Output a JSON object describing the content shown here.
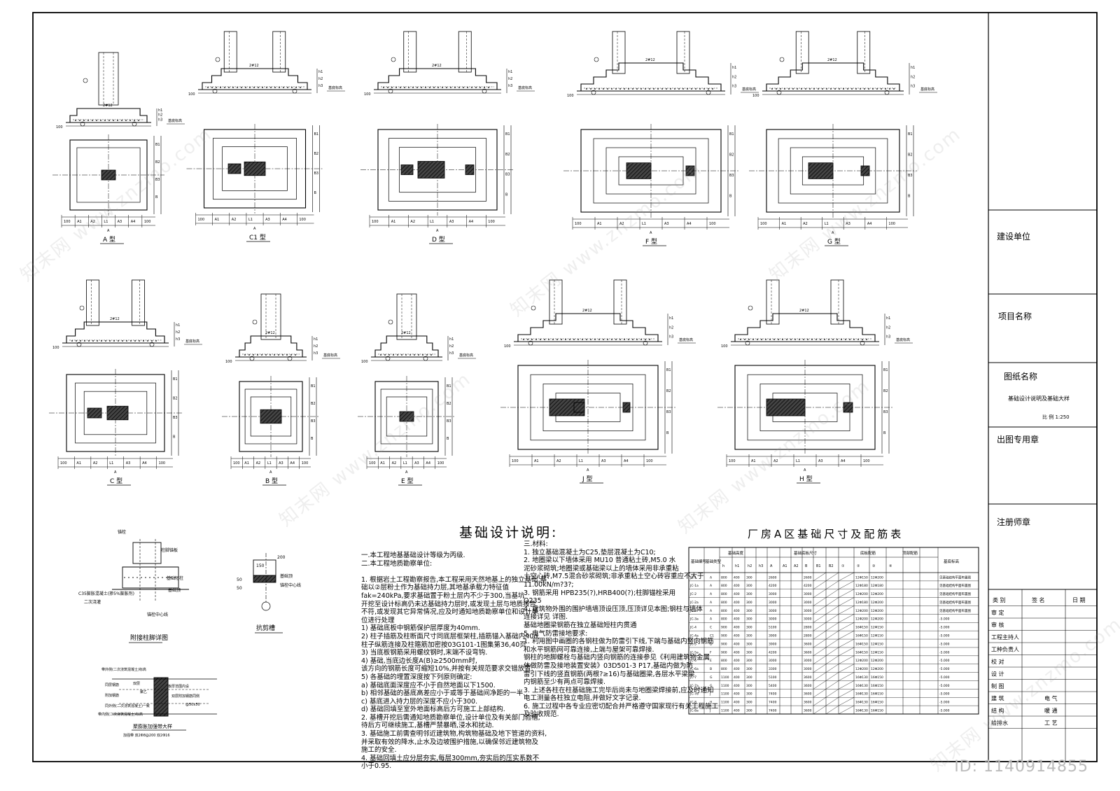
{
  "frame_watermark": "知末网 www.znzmo.com",
  "id_watermark": "ID: 1140914855",
  "details": [
    {
      "type_label": "A 型",
      "name": "detail-a"
    },
    {
      "type_label": "C1 型",
      "name": "detail-c1"
    },
    {
      "type_label": "D 型",
      "name": "detail-d"
    },
    {
      "type_label": "F 型",
      "name": "detail-f"
    },
    {
      "type_label": "G 型",
      "name": "detail-g"
    },
    {
      "type_label": "C 型",
      "name": "detail-c"
    },
    {
      "type_label": "B 型",
      "name": "detail-b"
    },
    {
      "type_label": "E 型",
      "name": "detail-e"
    },
    {
      "type_label": "J 型",
      "name": "detail-j"
    },
    {
      "type_label": "H 型",
      "name": "detail-h"
    }
  ],
  "dim_labels": {
    "base_level": "基底标高",
    "plan_bottom": [
      "100",
      "A1",
      "A2",
      "L1",
      "A3",
      "A4",
      "100"
    ],
    "overall": "A",
    "side": [
      "B1",
      "B2",
      "B3",
      "B"
    ],
    "depth": [
      "h1",
      "h2",
      "h3"
    ],
    "ring": "2#12"
  },
  "small_details": {
    "column_joint_title": "附接柱脚详图",
    "column_joint_labels": [
      "锚栓",
      "柱脚锚板",
      "C35膨胀混凝土(掺5%膨胀剂)",
      "二次浇灌",
      "基础短柱",
      "基础顶",
      "锚栓中心线"
    ],
    "groove_title": "抗剪槽",
    "groove_labels": [
      "200",
      "150",
      "50",
      "50",
      "基础顶",
      "锚栓中心线"
    ],
    "waterstop_title": "聚膨胀加强带大样",
    "waterstop_labels": [
      "带外侧(二次浇筑混凝土)标高",
      "同层钢筋",
      "双层",
      "聚乙",
      "附加钢筋",
      "板厚范围内设",
      "双层附加钢筋同侧",
      "@50x50",
      "同外侧(二次浇筑混凝土)一致",
      "带内侧(二次浇筑混凝土)标高"
    ],
    "waterstop_note": "加强带    双2Φ8@200    双2Φ16"
  },
  "notes": {
    "title": "基础设计说明:",
    "left": [
      "一.本工程地基基础设计等级为丙级.",
      "二.本工程地质勘察单位:",
      "",
      "1. 根据岩土工程勘察报告,本工程采用天然地基上的独立基础,基",
      "   础以②层粉土作为基础持力层,其地基承载力特征值",
      "   fak=240kPa,要求基础置于粉土层内不少于300,当基坑",
      "   开挖至设计标高仍未达基础持力层时,或发现土层与地质报告",
      "   不符,或发现其它异常情况,应及时通知地质勘察单位和设计单",
      "   位进行处理",
      "1) 基础底板中钢筋保护层厚度为40mm.",
      "2) 柱子插筋及柱断面尺寸同底层框架柱,插筋锚入基础内40d,",
      "   柱子纵筋连接及柱箍筋加密按03G101-1图集第36,40页",
      "3) 当底板钢筋采用螺纹钢时,末端不设弯钩.",
      "4) 基础,当底边长度A(B)≥2500mm时,",
      "   该方向的钢筋长度可缩短10%,并按有关规范要求交错放置.",
      "5) 各基础的埋置深度按下列原则确定:",
      "   a) 基础底面深度应不小于自然地面以下1500.",
      "   b) 相邻基础的基底高差应小于或等于基础间净距的一半.",
      "   c) 基底进入持力层的深度不应小于300.",
      "   d) 基础回填至室外地面标高后方可施工上部结构.",
      "2. 基槽开挖后需通知地质勘察单位,设计单位及有关部门验槽,",
      "   待后方可继续施工,基槽严禁暴晒,浸水和扰动.",
      "3. 基础施工前需查明邻近建筑物,构筑物基础及地下管道的资料,",
      "   并采取有效的降水,止水及边坡围护措施,以确保邻近建筑物及",
      "   施工的安全.",
      "4. 基础回填土应分层夯实,每层300mm,夯实后的压实系数不",
      "   小于0.95."
    ],
    "right": [
      "三.材料:",
      "1. 独立基础混凝土为C25,垫层混凝土为C10;",
      "2. 地圈梁以下墙体采用 MU10 普通粘土砖,M5.0 水",
      "   泥砂浆砌筑;地圈梁或基础梁以上的墙体采用非承重粘",
      "   土空心砖,M7.5混合砂浆砌筑;非承重粘土空心砖容重应不大于",
      "   11.00kN/m?3?;",
      "3. 钢筋采用 HPB235(?),HRB400(?);柱脚锚栓采用",
      "   Q235",
      "4. 建筑物外围的围护墙墙顶设压顶,压顶详见本图;钢柱与墙体",
      "   连接详见 详图.",
      "   基础地圈梁钢筋在独立基础短柱内贯通",
      "5. 电气防雷接地要求:",
      "1. 利用图中画圈的各钢柱做为防雷引下线,下端与基础内竖向钢筋",
      "   和水平钢筋网可靠连接,上端与屋架可靠焊接.",
      "   钢柱的地脚螺栓与基础内竖向钢筋的连接参见《利用建筑物金属",
      "   体做防雷及接地装置安装》03D501-3 P17,基础内做为防",
      "   雷引下线的竖直钢筋(两根?≥16)与基础圈梁,各层水平梁梁",
      "   内钢筋至少有两点可靠焊接.",
      "3. 上述各柱在柱基础施工完毕后尚未与地圈梁焊接前,应及时通知",
      "   电工测量各柱独立电阻,并做好文字记录.",
      "6. 施工过程中各专业应密切配合并严格遵守国家现行有关工程施工",
      "   及验收规范."
    ]
  },
  "table": {
    "title": "厂房A区基础尺寸及配筋表",
    "group_headers": [
      "基础编号",
      "基础类型",
      "基础高度",
      "基础底板尺寸",
      "底板配筋",
      "顶部配筋",
      "基底标高"
    ],
    "sub_headers": [
      "h",
      "h1",
      "h2",
      "h3",
      "A",
      "A1",
      "A2",
      "B",
      "B1",
      "B2",
      "①",
      "②",
      "③",
      "④"
    ],
    "rows": [
      {
        "id": "JC-1",
        "type": "A",
        "h": "800",
        "h1": "400",
        "h2": "300",
        "A": "2600",
        "B": "2600",
        "bar1": "12Φ150",
        "bar2": "12Φ200",
        "level": "见基础结构平面布置图"
      },
      {
        "id": "JC-1a",
        "type": "A",
        "h": "800",
        "h1": "400",
        "h2": "300",
        "A": "4200",
        "B": "4200",
        "bar1": "12Φ180",
        "bar2": "12Φ180",
        "level": "见基础结构平面布置图"
      },
      {
        "id": "JC-2",
        "type": "A",
        "h": "800",
        "h1": "400",
        "h2": "300",
        "A": "3000",
        "B": "3000",
        "bar1": "12Φ200",
        "bar2": "12Φ200",
        "level": "见基础结构平面布置图"
      },
      {
        "id": "JC-2a",
        "type": "A",
        "h": "800",
        "h1": "400",
        "h2": "300",
        "A": "3000",
        "B": "3000",
        "bar1": "12Φ180",
        "bar2": "12Φ200",
        "level": "见基础结构平面布置图"
      },
      {
        "id": "JC-3",
        "type": "A",
        "h": "800",
        "h1": "400",
        "h2": "300",
        "A": "3000",
        "B": "3000",
        "bar1": "12Φ200",
        "bar2": "12Φ200",
        "level": "见基础结构平面布置图"
      },
      {
        "id": "JC-3a",
        "type": "A",
        "h": "800",
        "h1": "400",
        "h2": "300",
        "A": "3000",
        "B": "3000",
        "bar1": "12Φ200",
        "bar2": "12Φ200",
        "level": "-5.000"
      },
      {
        "id": "JC-4",
        "type": "C",
        "h": "900",
        "h1": "400",
        "h2": "300",
        "A": "5100",
        "B": "2800",
        "bar1": "16Φ150",
        "bar2": "12Φ150",
        "level": "-5.000"
      },
      {
        "id": "JC-4a",
        "type": "C1",
        "h": "900",
        "h1": "400",
        "h2": "300",
        "A": "3900",
        "B": "2800",
        "bar1": "16Φ150",
        "bar2": "12Φ150",
        "level": "-5.000"
      },
      {
        "id": "JC-5",
        "type": "D",
        "h": "900",
        "h1": "400",
        "h2": "300",
        "A": "3900",
        "B": "3600",
        "bar1": "16Φ150",
        "bar2": "12Φ150",
        "level": "-5.000"
      },
      {
        "id": "JC-5a",
        "type": "F",
        "h": "900",
        "h1": "400",
        "h2": "300",
        "A": "4200",
        "B": "3600",
        "bar1": "16Φ150",
        "bar2": "12Φ150",
        "level": "-5.000"
      },
      {
        "id": "JC-6",
        "type": "E",
        "h": "800",
        "h1": "400",
        "h2": "300",
        "A": "3000",
        "B": "3000",
        "bar1": "12Φ200",
        "bar2": "12Φ200",
        "level": "-5.000"
      },
      {
        "id": "JC-6a",
        "type": "B",
        "h": "800",
        "h1": "400",
        "h2": "300",
        "A": "3300",
        "B": "3000",
        "bar1": "12Φ200",
        "bar2": "12Φ200",
        "level": "-5.000"
      },
      {
        "id": "JC-7",
        "type": "G",
        "h": "1100",
        "h1": "400",
        "h2": "300",
        "A": "5100",
        "B": "3600",
        "bar1": "16Φ130",
        "bar2": "16Φ150",
        "level": "-5.000"
      },
      {
        "id": "JC-7a",
        "type": "G",
        "h": "1100",
        "h1": "400",
        "h2": "300",
        "A": "5400",
        "B": "3600",
        "bar1": "16Φ130",
        "bar2": "16Φ150",
        "level": "-5.000"
      },
      {
        "id": "JC-7b",
        "type": "J",
        "h": "1100",
        "h1": "400",
        "h2": "300",
        "A": "7400",
        "B": "3600",
        "bar1": "16Φ130",
        "bar2": "16Φ150",
        "level": "-5.000"
      },
      {
        "id": "JC-8",
        "type": "H",
        "h": "1100",
        "h1": "400",
        "h2": "300",
        "A": "7400",
        "B": "3600",
        "bar1": "16Φ130",
        "bar2": "16Φ150",
        "level": "-5.000"
      },
      {
        "id": "JC-8a",
        "type": "J",
        "h": "1100",
        "h1": "400",
        "h2": "300",
        "A": "7400",
        "B": "3600",
        "bar1": "16Φ130",
        "bar2": "16Φ150",
        "level": "-5.000"
      }
    ]
  },
  "title_block": {
    "client": "建设单位",
    "project": "项目名称",
    "drawing_name_label": "图纸名称",
    "drawing_name": "基础设计说明及基础大样",
    "scale": "比 例  1:250",
    "stamp": "出图专用章",
    "engineer_stamp": "注册师章",
    "sign_headers": [
      "类    别",
      "签    名",
      "日 期"
    ],
    "sign_rows": [
      "审    定",
      "审    核",
      "工程主持人",
      "工种负责人",
      "校    对",
      "设    计",
      "制    图"
    ],
    "discipline_left": [
      "建    筑",
      "结    构",
      "给排水"
    ],
    "discipline_right": [
      "电 气",
      "暖 通",
      "工 艺"
    ]
  }
}
